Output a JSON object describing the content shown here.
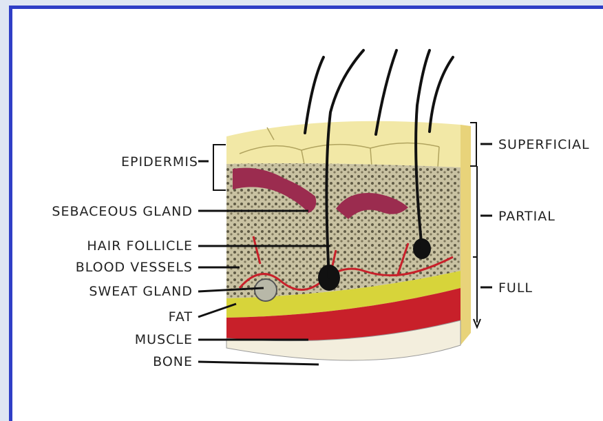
{
  "labels_left": {
    "epidermis": "EPIDERMIS",
    "sebaceous_gland": "SEBACEOUS GLAND",
    "hair_follicle": "HAIR FOLLICLE",
    "blood_vessels": "BLOOD VESSELS",
    "sweat_gland": "SWEAT GLAND",
    "fat": "FAT",
    "muscle": "MUSCLE",
    "bone": "BONE"
  },
  "labels_right": {
    "superficial": "SUPERFICIAL",
    "partial": "PARTIAL",
    "full": "FULL"
  },
  "colors": {
    "frame": "#2f3ec6",
    "epidermis": "#f2e8a6",
    "sebaceous": "#9b2c4f",
    "dermis": "#b9b08a",
    "fat": "#d7d43a",
    "muscle": "#c8202a",
    "bone": "#f3eedd"
  }
}
